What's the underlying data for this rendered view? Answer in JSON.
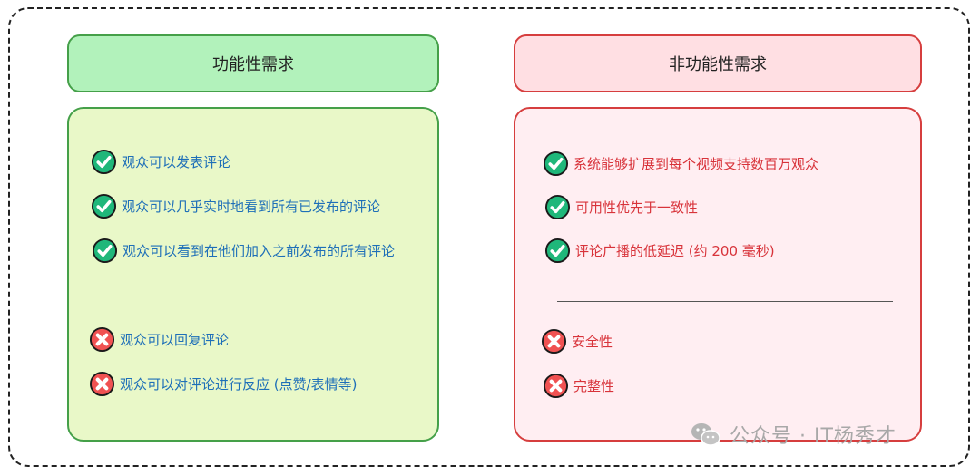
{
  "functional": {
    "title": "功能性需求",
    "included": [
      "观众可以发表评论",
      "观众可以几乎实时地看到所有已发布的评论",
      "观众可以看到在他们加入之前发布的所有评论"
    ],
    "excluded": [
      "观众可以回复评论",
      "观众可以对评论进行反应 (点赞/表情等)"
    ]
  },
  "non_functional": {
    "title": "非功能性需求",
    "included": [
      "系统能够扩展到每个视频支持数百万观众",
      "可用性优先于一致性",
      "评论广播的低延迟 (约 200 毫秒)"
    ],
    "excluded": [
      "安全性",
      "完整性"
    ]
  },
  "icons": {
    "included": "check-circle-icon",
    "excluded": "x-circle-icon"
  },
  "colors": {
    "green_header_bg": "#b2f2bb",
    "green_panel_bg": "#e9f8c8",
    "green_border": "#45a049",
    "green_text": "#1e6fb8",
    "red_header_bg": "#ffdfe3",
    "red_panel_bg": "#ffeef2",
    "red_border": "#d63e3e",
    "red_text": "#d8333a",
    "check_fill": "#1fb77a",
    "x_fill": "#f05252"
  },
  "watermark": {
    "text": "公众号 · IT杨秀才"
  }
}
